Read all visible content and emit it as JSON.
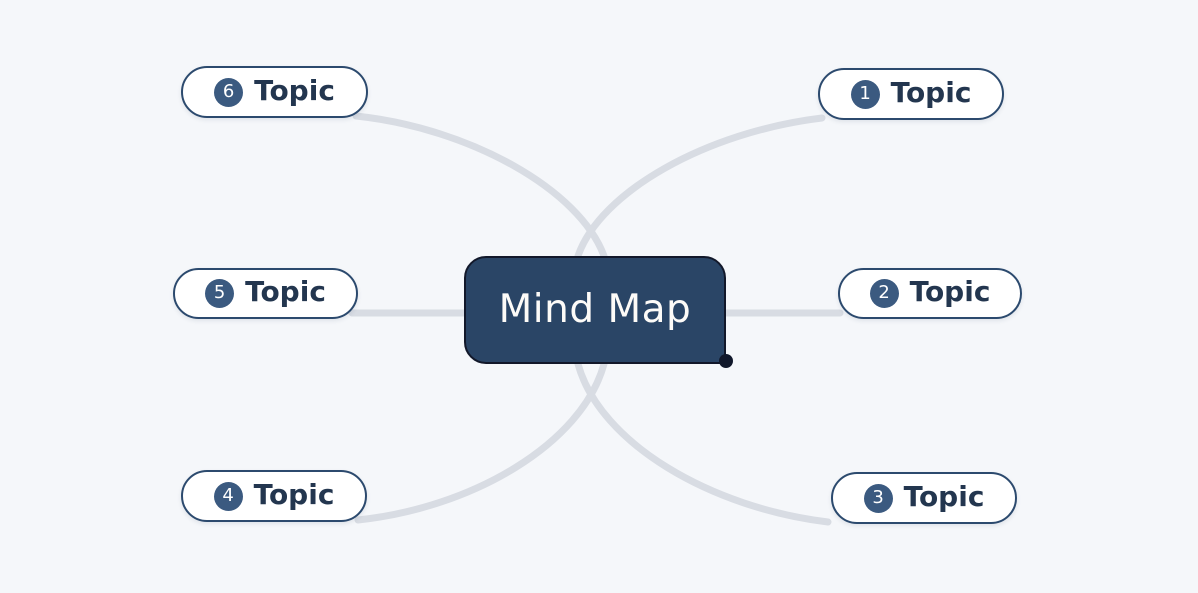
{
  "diagram": {
    "type": "mind-map",
    "background_color": "#f5f7fa",
    "connector_color": "#d8dce3",
    "accent_color": "#2c4a6e",
    "central": {
      "label": "Mind Map",
      "fill_color": "#2a4566",
      "text_color": "#fdfbf8"
    },
    "topics": [
      {
        "number": "1",
        "label": "Topic",
        "position": "top-right"
      },
      {
        "number": "2",
        "label": "Topic",
        "position": "middle-right"
      },
      {
        "number": "3",
        "label": "Topic",
        "position": "bottom-right"
      },
      {
        "number": "4",
        "label": "Topic",
        "position": "bottom-left"
      },
      {
        "number": "5",
        "label": "Topic",
        "position": "middle-left"
      },
      {
        "number": "6",
        "label": "Topic",
        "position": "top-left"
      }
    ]
  }
}
